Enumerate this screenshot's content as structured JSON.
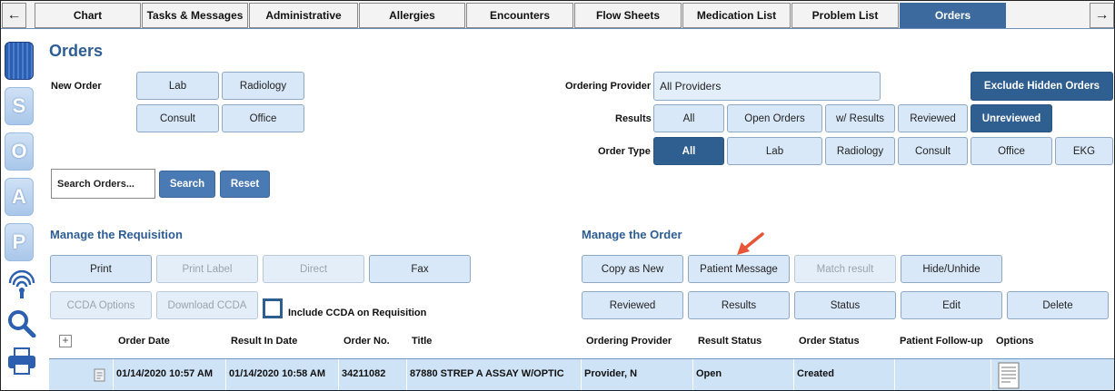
{
  "tabs": {
    "prev_arrow": "←",
    "next_arrow": "→",
    "items": [
      "Chart",
      "Tasks & Messages",
      "Administrative",
      "Allergies",
      "Encounters",
      "Flow Sheets",
      "Medication List",
      "Problem List",
      "Orders"
    ],
    "active": "Orders"
  },
  "rail": {
    "letters": [
      "S",
      "O",
      "A",
      "P"
    ],
    "icons": [
      "stethoscope-icon",
      "search-icon",
      "printer-icon"
    ]
  },
  "page": {
    "title": "Orders"
  },
  "new_order": {
    "label": "New Order",
    "buttons": [
      "Lab",
      "Radiology",
      "Consult",
      "Office"
    ]
  },
  "ordering_provider": {
    "label": "Ordering Provider",
    "value": "All Providers"
  },
  "exclude_hidden": {
    "label": "Exclude Hidden Orders"
  },
  "results_filter": {
    "label": "Results",
    "options": [
      "All",
      "Open Orders",
      "w/ Results",
      "Reviewed",
      "Unreviewed"
    ],
    "selected": "Unreviewed"
  },
  "order_type_filter": {
    "label": "Order Type",
    "options": [
      "All",
      "Lab",
      "Radiology",
      "Consult",
      "Office",
      "EKG"
    ],
    "selected": "All"
  },
  "search": {
    "placeholder": "Search Orders...",
    "search_label": "Search",
    "reset_label": "Reset"
  },
  "requisition": {
    "title": "Manage the Requisition",
    "buttons": [
      {
        "label": "Print",
        "enabled": true
      },
      {
        "label": "Print Label",
        "enabled": false
      },
      {
        "label": "Direct",
        "enabled": false
      },
      {
        "label": "Fax",
        "enabled": true
      },
      {
        "label": "CCDA Options",
        "enabled": false
      },
      {
        "label": "Download CCDA",
        "enabled": false
      }
    ],
    "include_ccda_label": "Include CCDA on Requisition",
    "include_ccda_checked": false
  },
  "manage_order": {
    "title": "Manage the Order",
    "buttons": [
      {
        "label": "Copy as New",
        "enabled": true
      },
      {
        "label": "Patient Message",
        "enabled": true
      },
      {
        "label": "Match result",
        "enabled": false
      },
      {
        "label": "Hide/Unhide",
        "enabled": true
      },
      {
        "label": "Reviewed",
        "enabled": true
      },
      {
        "label": "Results",
        "enabled": true
      },
      {
        "label": "Status",
        "enabled": true
      },
      {
        "label": "Edit",
        "enabled": true
      },
      {
        "label": "Delete",
        "enabled": true
      }
    ]
  },
  "table": {
    "expand_symbol": "+",
    "columns": [
      "Order Date",
      "Result In Date",
      "Order No.",
      "Title",
      "Ordering Provider",
      "Result Status",
      "Order Status",
      "Patient Follow-up",
      "Options"
    ],
    "rows": [
      {
        "order_date": "01/14/2020 10:57 AM",
        "result_in_date": "01/14/2020 10:58 AM",
        "order_no": "34211082",
        "title": "87880 STREP A ASSAY W/OPTIC",
        "ordering_provider": "Provider, N",
        "result_status": "Open",
        "order_status": "Created",
        "patient_follow_up": ""
      }
    ]
  },
  "colors": {
    "accent": "#2e5d94",
    "active_tab": "#3c6a9e",
    "button_bg": "#d8e8f8",
    "row_highlight": "#cfe3f6",
    "annotation_arrow": "#e8563a"
  }
}
